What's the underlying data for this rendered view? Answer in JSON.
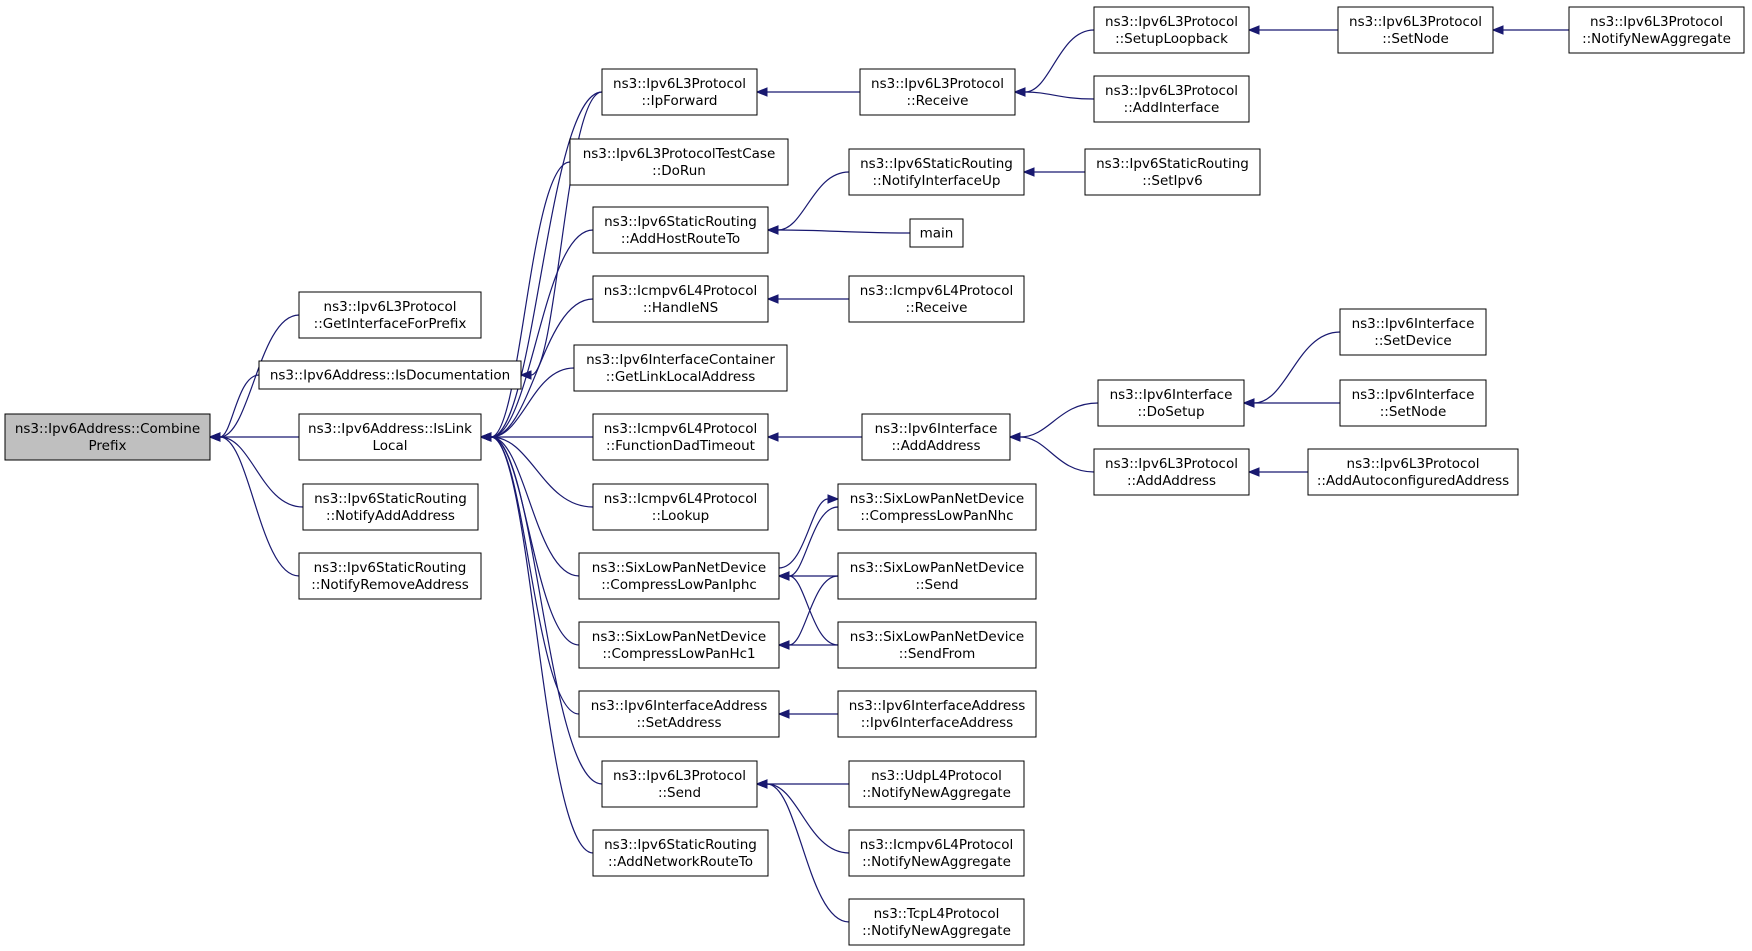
{
  "graph": {
    "root": "n0",
    "colors": {
      "edge": "#191970",
      "root_fill": "#bfbfbf",
      "node_fill": "#ffffff",
      "node_border": "#000000"
    },
    "nodes": [
      {
        "id": "n0",
        "lines": [
          "ns3::Ipv6Address::Combine",
          "Prefix"
        ]
      },
      {
        "id": "n1",
        "lines": [
          "ns3::Ipv6L3Protocol",
          "::GetInterfaceForPrefix"
        ]
      },
      {
        "id": "n2",
        "lines": [
          "ns3::Ipv6Address::IsDocumentation"
        ]
      },
      {
        "id": "n3",
        "lines": [
          "ns3::Ipv6Address::IsLink",
          "Local"
        ]
      },
      {
        "id": "n4",
        "lines": [
          "ns3::Ipv6StaticRouting",
          "::NotifyAddAddress"
        ]
      },
      {
        "id": "n5",
        "lines": [
          "ns3::Ipv6StaticRouting",
          "::NotifyRemoveAddress"
        ]
      },
      {
        "id": "n6",
        "lines": [
          "ns3::Ipv6L3Protocol",
          "::IpForward"
        ]
      },
      {
        "id": "n7",
        "lines": [
          "ns3::Ipv6L3ProtocolTestCase",
          "::DoRun"
        ]
      },
      {
        "id": "n8",
        "lines": [
          "ns3::Ipv6StaticRouting",
          "::AddHostRouteTo"
        ]
      },
      {
        "id": "n9",
        "lines": [
          "ns3::Icmpv6L4Protocol",
          "::HandleNS"
        ]
      },
      {
        "id": "n10",
        "lines": [
          "ns3::Ipv6InterfaceContainer",
          "::GetLinkLocalAddress"
        ]
      },
      {
        "id": "n11",
        "lines": [
          "ns3::Icmpv6L4Protocol",
          "::FunctionDadTimeout"
        ]
      },
      {
        "id": "n12",
        "lines": [
          "ns3::Icmpv6L4Protocol",
          "::Lookup"
        ]
      },
      {
        "id": "n13",
        "lines": [
          "ns3::SixLowPanNetDevice",
          "::CompressLowPanIphc"
        ]
      },
      {
        "id": "n14",
        "lines": [
          "ns3::SixLowPanNetDevice",
          "::CompressLowPanHc1"
        ]
      },
      {
        "id": "n15",
        "lines": [
          "ns3::Ipv6InterfaceAddress",
          "::SetAddress"
        ]
      },
      {
        "id": "n16",
        "lines": [
          "ns3::Ipv6L3Protocol",
          "::Send"
        ]
      },
      {
        "id": "n17",
        "lines": [
          "ns3::Ipv6StaticRouting",
          "::AddNetworkRouteTo"
        ]
      },
      {
        "id": "n18",
        "lines": [
          "ns3::Ipv6L3Protocol",
          "::Receive"
        ]
      },
      {
        "id": "n19",
        "lines": [
          "ns3::Ipv6StaticRouting",
          "::NotifyInterfaceUp"
        ]
      },
      {
        "id": "n20",
        "lines": [
          "main"
        ]
      },
      {
        "id": "n21",
        "lines": [
          "ns3::Icmpv6L4Protocol",
          "::Receive"
        ]
      },
      {
        "id": "n22",
        "lines": [
          "ns3::Ipv6Interface",
          "::AddAddress"
        ]
      },
      {
        "id": "n23",
        "lines": [
          "ns3::SixLowPanNetDevice",
          "::CompressLowPanNhc"
        ]
      },
      {
        "id": "n24",
        "lines": [
          "ns3::SixLowPanNetDevice",
          "::Send"
        ]
      },
      {
        "id": "n25",
        "lines": [
          "ns3::SixLowPanNetDevice",
          "::SendFrom"
        ]
      },
      {
        "id": "n26",
        "lines": [
          "ns3::Ipv6InterfaceAddress",
          "::Ipv6InterfaceAddress"
        ]
      },
      {
        "id": "n27",
        "lines": [
          "ns3::UdpL4Protocol",
          "::NotifyNewAggregate"
        ]
      },
      {
        "id": "n28",
        "lines": [
          "ns3::Icmpv6L4Protocol",
          "::NotifyNewAggregate"
        ]
      },
      {
        "id": "n29",
        "lines": [
          "ns3::TcpL4Protocol",
          "::NotifyNewAggregate"
        ]
      },
      {
        "id": "n30",
        "lines": [
          "ns3::Ipv6L3Protocol",
          "::SetupLoopback"
        ]
      },
      {
        "id": "n31",
        "lines": [
          "ns3::Ipv6L3Protocol",
          "::AddInterface"
        ]
      },
      {
        "id": "n32",
        "lines": [
          "ns3::Ipv6StaticRouting",
          "::SetIpv6"
        ]
      },
      {
        "id": "n33",
        "lines": [
          "ns3::Ipv6Interface",
          "::DoSetup"
        ]
      },
      {
        "id": "n34",
        "lines": [
          "ns3::Ipv6L3Protocol",
          "::AddAddress"
        ]
      },
      {
        "id": "n35",
        "lines": [
          "ns3::Ipv6L3Protocol",
          "::SetNode"
        ]
      },
      {
        "id": "n36",
        "lines": [
          "ns3::Ipv6Interface",
          "::SetDevice"
        ]
      },
      {
        "id": "n37",
        "lines": [
          "ns3::Ipv6Interface",
          "::SetNode"
        ]
      },
      {
        "id": "n38",
        "lines": [
          "ns3::Ipv6L3Protocol",
          "::AddAutoconfiguredAddress"
        ]
      },
      {
        "id": "n39",
        "lines": [
          "ns3::Ipv6L3Protocol",
          "::NotifyNewAggregate"
        ]
      }
    ],
    "edges": [
      [
        "n0",
        "n1"
      ],
      [
        "n0",
        "n2"
      ],
      [
        "n0",
        "n3"
      ],
      [
        "n0",
        "n4"
      ],
      [
        "n0",
        "n5"
      ],
      [
        "n2",
        "n6"
      ],
      [
        "n3",
        "n6"
      ],
      [
        "n3",
        "n7"
      ],
      [
        "n3",
        "n8"
      ],
      [
        "n3",
        "n9"
      ],
      [
        "n3",
        "n10"
      ],
      [
        "n3",
        "n11"
      ],
      [
        "n3",
        "n12"
      ],
      [
        "n3",
        "n13"
      ],
      [
        "n3",
        "n14"
      ],
      [
        "n3",
        "n15"
      ],
      [
        "n3",
        "n16"
      ],
      [
        "n3",
        "n17"
      ],
      [
        "n6",
        "n18"
      ],
      [
        "n18",
        "n30"
      ],
      [
        "n18",
        "n31"
      ],
      [
        "n30",
        "n35"
      ],
      [
        "n35",
        "n39"
      ],
      [
        "n8",
        "n19"
      ],
      [
        "n8",
        "n20"
      ],
      [
        "n19",
        "n32"
      ],
      [
        "n9",
        "n21"
      ],
      [
        "n11",
        "n22"
      ],
      [
        "n22",
        "n33"
      ],
      [
        "n22",
        "n34"
      ],
      [
        "n33",
        "n36"
      ],
      [
        "n33",
        "n37"
      ],
      [
        "n34",
        "n38"
      ],
      [
        "n13",
        "n23"
      ],
      [
        "n23",
        "n13"
      ],
      [
        "n13",
        "n24"
      ],
      [
        "n13",
        "n25"
      ],
      [
        "n14",
        "n24"
      ],
      [
        "n14",
        "n25"
      ],
      [
        "n15",
        "n26"
      ],
      [
        "n16",
        "n27"
      ],
      [
        "n16",
        "n28"
      ],
      [
        "n16",
        "n29"
      ]
    ]
  }
}
